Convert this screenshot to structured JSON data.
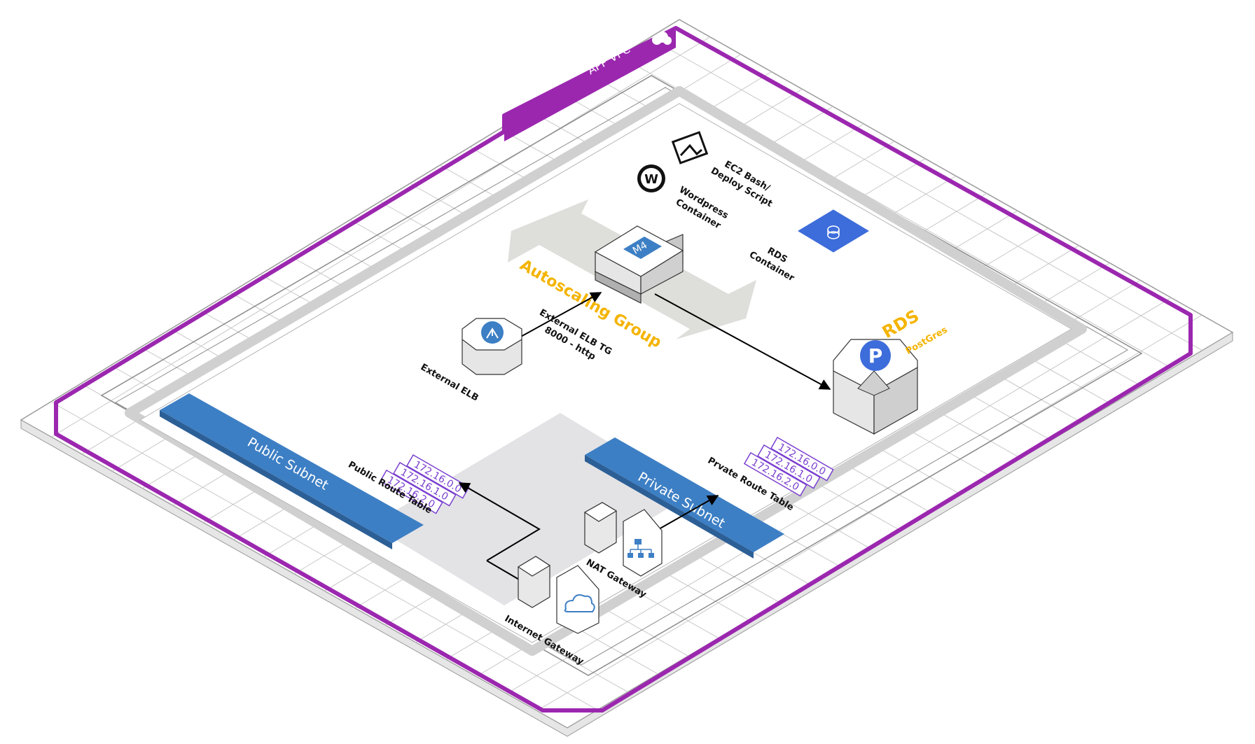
{
  "vpc": {
    "label": "APP  VPC"
  },
  "autoscaling_group": {
    "label": "Autoscaling Group"
  },
  "instance": {
    "type": "M4"
  },
  "deploy_script": {
    "line1": "EC2 Bash/",
    "line2": "Deploy Script"
  },
  "wordpress": {
    "line1": "Wordpress",
    "line2": "Container"
  },
  "rds_container": {
    "line1": "RDS",
    "line2": "Container"
  },
  "elb": {
    "label": "External ELB"
  },
  "elb_tg": {
    "line1": "External ELB TG",
    "line2": "8000 - http"
  },
  "rds": {
    "title": "RDS",
    "engine": "PostGres",
    "icon_letter": "P"
  },
  "public_subnet": {
    "label": "Public Subnet",
    "route_table": "Public Route Table",
    "cidrs": [
      "172.16.0.0",
      "172.16.1.0",
      "172.16.2.0"
    ]
  },
  "private_subnet": {
    "label": "Private Subnet",
    "route_table": "Prvate Route Table",
    "cidrs": [
      "172.16.0.0",
      "172.16.1.0",
      "172.16.2.0"
    ]
  },
  "nat_gateway": {
    "label": "NAT Gateway"
  },
  "internet_gateway": {
    "label": "Internet Gateway"
  },
  "colors": {
    "vpc_border": "#9b27af",
    "subnet_blue": "#3d7fc4",
    "accent_yellow": "#f4b400",
    "cidr_purple": "#7a3fd0",
    "rds_blue": "#3d6cdb"
  }
}
